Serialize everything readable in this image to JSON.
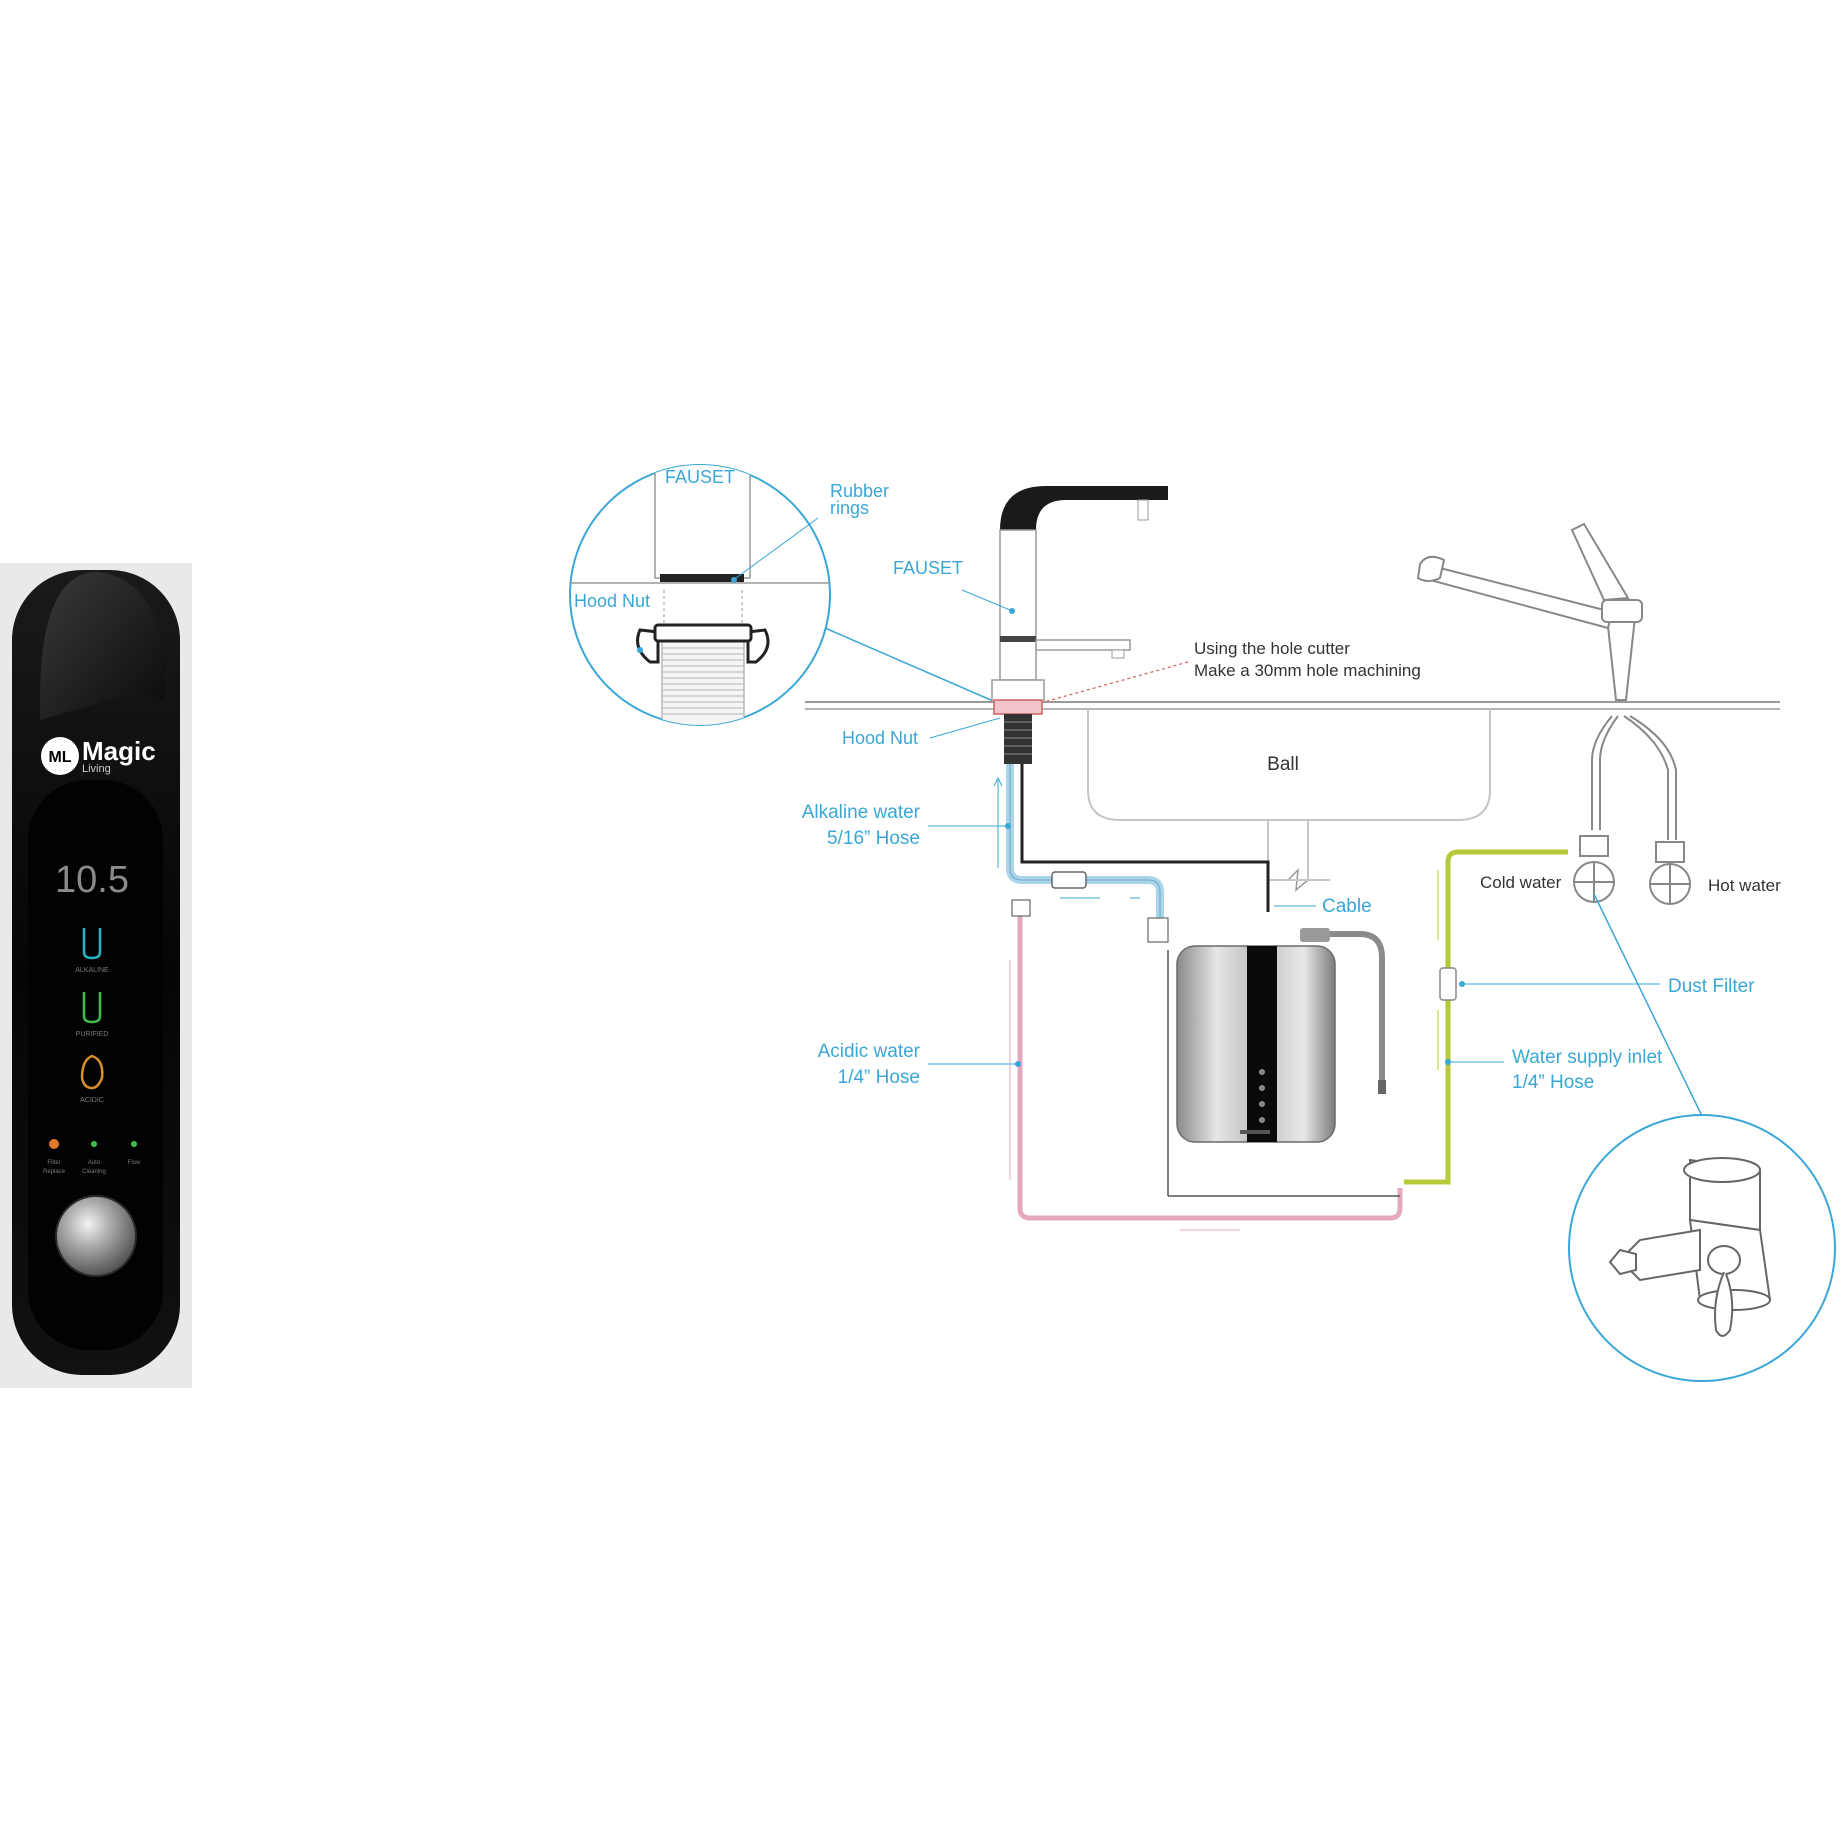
{
  "panel": {
    "brand": {
      "badge": "ML",
      "name": "Magic",
      "sub": "Living"
    },
    "display_value": "10.5",
    "modes": [
      "ALKALINE",
      "PURIFIED",
      "ACIDIC"
    ],
    "indicators": [
      {
        "line1": "Filter",
        "line2": "Replace"
      },
      {
        "line1": "Auto",
        "line2": "Cleaning"
      },
      {
        "line1": "Flow",
        "line2": ""
      }
    ]
  },
  "diagram": {
    "inset_faucet": "FAUSET",
    "inset_rubber_rings_1": "Rubber",
    "inset_rubber_rings_2": "rings",
    "inset_hood_nut": "Hood Nut",
    "faucet": "FAUSET",
    "hole_cutter_1": "Using the hole cutter",
    "hole_cutter_2": "Make a 30mm hole machining",
    "hood_nut": "Hood Nut",
    "sink": "Ball",
    "alkaline_1": "Alkaline water",
    "alkaline_2": "5/16”  Hose",
    "cable": "Cable",
    "cold_water": "Cold water",
    "hot_water": "Hot water",
    "dust_filter": "Dust Filter",
    "acidic_1": "Acidic water",
    "acidic_2": "1/4”  Hose",
    "supply_1": "Water supply inlet",
    "supply_2": "1/4”  Hose"
  },
  "colors": {
    "callout": "#3aa7d6",
    "alkaline_hose": "#a9d4ea",
    "acidic_hose": "#e4a9bd",
    "supply_hose": "#b6c93a",
    "outline": "#9a9a9a",
    "hole_line": "#d06060"
  }
}
